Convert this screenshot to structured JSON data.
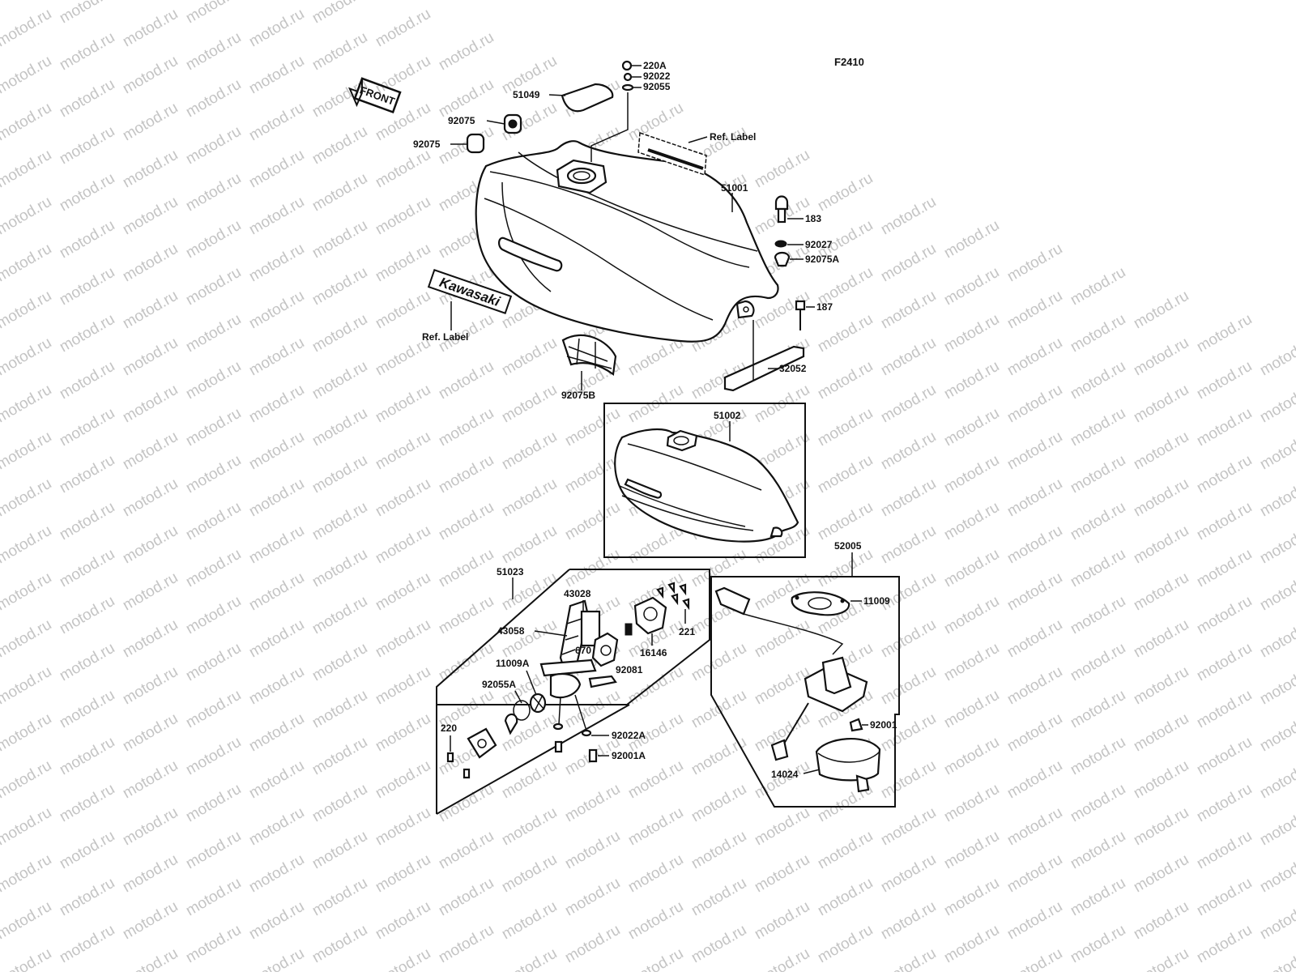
{
  "figure_code": "F2410",
  "watermark": "motod.ru",
  "front_arrow": "FRONT",
  "tank_logo": "Kawasaki",
  "labels": {
    "p220A": "220A",
    "p92022": "92022",
    "p92055": "92055",
    "p51049": "51049",
    "p92075a": "92075",
    "p92075b": "92075",
    "ref_label_top": "Ref. Label",
    "p51001": "51001",
    "p183": "183",
    "p92027": "92027",
    "p92075A": "92075A",
    "p187": "187",
    "ref_label_side": "Ref. Label",
    "p92075B": "92075B",
    "p32052": "32052",
    "p51002": "51002",
    "p52005": "52005",
    "p51023": "51023",
    "p43028": "43028",
    "p43058": "43058",
    "p670": "670",
    "p16146": "16146",
    "p221": "221",
    "p92081": "92081",
    "p11009A": "11009A",
    "p92055A": "92055A",
    "p220": "220",
    "p92022A": "92022A",
    "p92001A": "92001A",
    "p11009": "11009",
    "p92001": "92001",
    "p14024": "14024"
  }
}
